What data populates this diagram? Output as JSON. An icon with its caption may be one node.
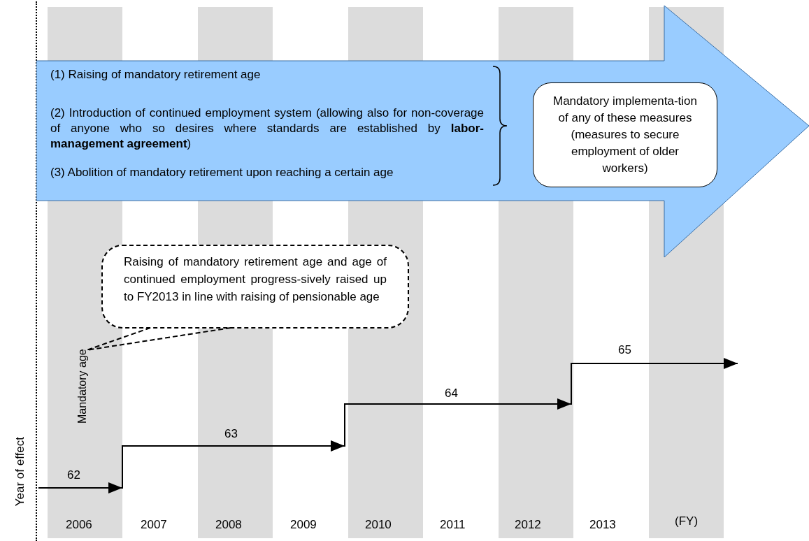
{
  "diagram": {
    "nodes": [
      {
        "text": [
          "(1) Raising of mandatory retirement age",
          "(2) Introduction of continued employment system (allowing also for non-coverage of anyone who so desires where standards are established by **labor-management agreement**)",
          "(3) Abolition of mandatory retirement upon reaching a certain age"
        ]
      },
      {
        "text": [
          "Mandatory implementa-tion of any of these measures (measures to secure employment of older workers)"
        ],
        "in": 0
      },
      {
        "text": [
          "Raising of mandatory retirement age and age of continued employment progress-sively raised up to FY2013 in line with raising of pensionable age"
        ]
      },
      {
        "text": [
          "Mandatory age"
        ]
      }
    ],
    "edges": [
      {
        "from": 2,
        "to": 3,
        "arrow": "none",
        "style": "dashed"
      }
    ],
    "labels": [
      "65",
      "64",
      "63",
      "62",
      "Year of effect",
      "2006",
      "2007",
      "2008",
      "2009",
      "2010",
      "2011",
      "2012",
      "2013",
      "(FY)"
    ]
  }
}
